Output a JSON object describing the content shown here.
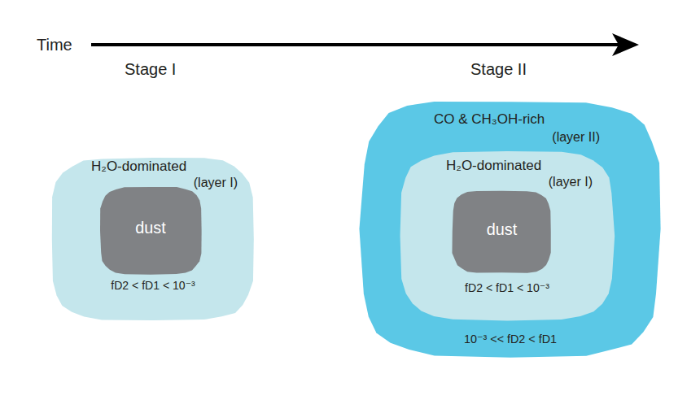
{
  "diagram": {
    "nodes": [
      {
        "text": [
          "H₂O-dominated",
          "(layer I)",
          "fD2 < fD1 < 10⁻³"
        ]
      },
      {
        "text": [
          "dust"
        ],
        "in": 0
      },
      {
        "text": [
          "CO & CH₃OH-rich",
          "(layer II)",
          "10⁻³ << fD2 < fD1"
        ]
      },
      {
        "text": [
          "H₂O-dominated",
          "(layer I)",
          "fD2 < fD1 < 10⁻³"
        ],
        "in": 2
      },
      {
        "text": [
          "dust"
        ],
        "in": 3
      }
    ],
    "labels": [
      "Time",
      "Stage I",
      "Stage II"
    ]
  }
}
